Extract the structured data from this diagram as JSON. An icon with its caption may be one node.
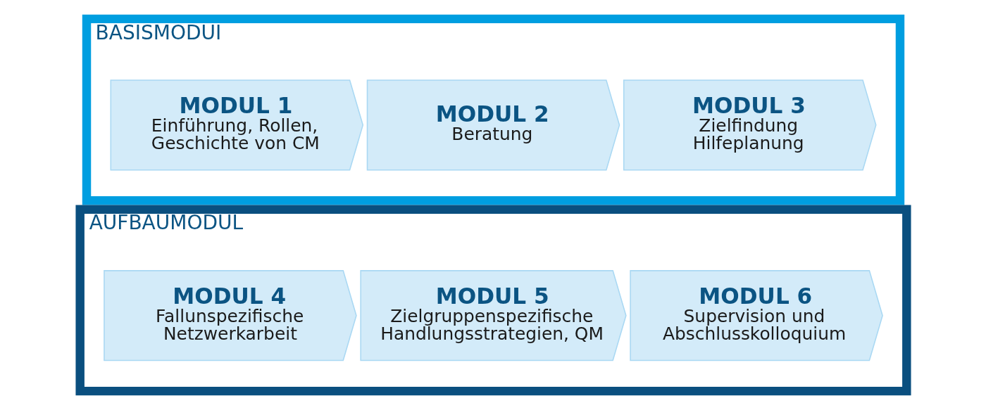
{
  "diagram": {
    "nodes": [
      {
        "text": [
          "BASISMODUI"
        ]
      },
      {
        "text": [
          "MODUL 1",
          "Einführung, Rollen, Geschichte von CM"
        ],
        "in": 0
      },
      {
        "text": [
          "MODUL 2",
          "Beratung"
        ],
        "in": 0
      },
      {
        "text": [
          "MODUL 3",
          "Zielfindung Hilfeplanung"
        ],
        "in": 0
      },
      {
        "text": [
          "AUFBAUMODUL"
        ]
      },
      {
        "text": [
          "MODUL 4",
          "Fallunspezifische Netzwerkarbeit"
        ],
        "in": 4
      },
      {
        "text": [
          "MODUL 5",
          "Zielgruppenspezifische Handlungsstrategien, QM"
        ],
        "in": 4
      },
      {
        "text": [
          "MODUL 6",
          "Supervision und Abschlusskolloquium"
        ],
        "in": 4
      }
    ]
  }
}
